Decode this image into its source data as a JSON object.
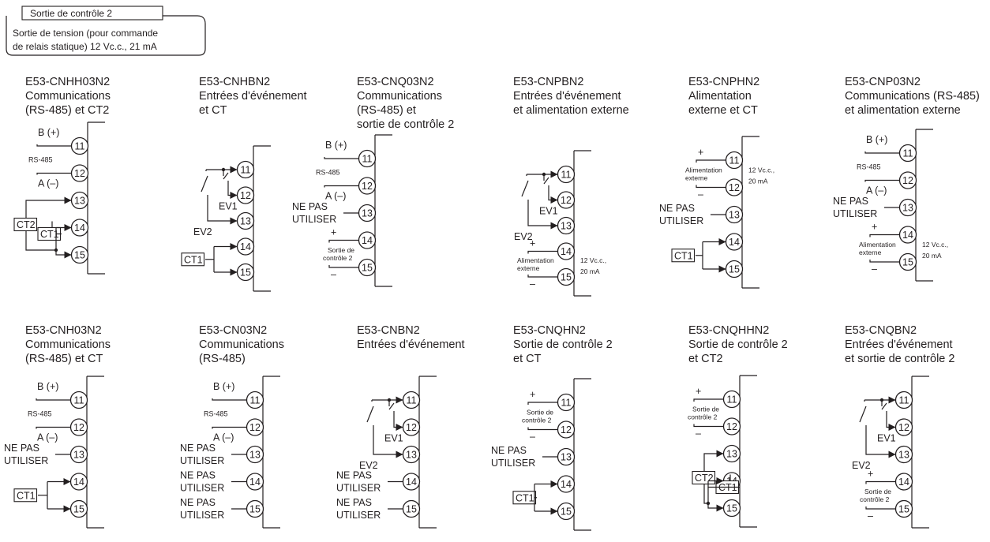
{
  "header": {
    "tab": "Sortie de contrôle 2",
    "line1": "Sortie de tension (pour commande",
    "line2": "de relais statique) 12 Vc.c., 21 mA"
  },
  "labels": {
    "b_plus": "B (+)",
    "a_minus": "A (–)",
    "rs485": "RS-485",
    "ne_pas": "NE PAS",
    "utiliser": "UTILISER",
    "ev1": "EV1",
    "ev2": "EV2",
    "ct1": "CT1",
    "ct2": "CT2",
    "plus": "+",
    "minus": "–",
    "alim1": "Alimentation",
    "alim2": "externe",
    "sortie1": "Sortie de",
    "sortie2": "contrôle 2",
    "v12": "12 Vc.c.,",
    "v12b": "12 Vc.c.,",
    "ma20": "20 mA"
  },
  "terminals": [
    "11",
    "12",
    "13",
    "14",
    "15"
  ],
  "models": [
    {
      "title": [
        "E53-CNHH03N2",
        "Communications",
        "(RS-485) et CT2"
      ],
      "layout": "comm-ct2"
    },
    {
      "title": [
        "E53-CNHBN2",
        "Entrées d'événement",
        "et CT"
      ],
      "layout": "ev-ct"
    },
    {
      "title": [
        "E53-CNQ03N2",
        "Communications",
        "(RS-485) et",
        "sortie de contrôle 2"
      ],
      "layout": "comm-out2"
    },
    {
      "title": [
        "E53-CNPBN2",
        "Entrées d'événement",
        "et alimentation externe"
      ],
      "layout": "ev-alim"
    },
    {
      "title": [
        "E53-CNPHN2",
        "Alimentation",
        "externe et CT"
      ],
      "layout": "alim-ct"
    },
    {
      "title": [
        "E53-CNP03N2",
        "Communications (RS-485)",
        "et alimentation externe"
      ],
      "layout": "comm-alim"
    },
    {
      "title": [
        "E53-CNH03N2",
        "Communications",
        "(RS-485) et CT"
      ],
      "layout": "comm-ct"
    },
    {
      "title": [
        "E53-CN03N2",
        "Communications",
        "(RS-485)"
      ],
      "layout": "comm"
    },
    {
      "title": [
        "E53-CNBN2",
        "Entrées d'événement"
      ],
      "layout": "ev"
    },
    {
      "title": [
        "E53-CNQHN2",
        "Sortie de contrôle 2",
        "et CT"
      ],
      "layout": "out2-ct"
    },
    {
      "title": [
        "E53-CNQHHN2",
        "Sortie de contrôle 2",
        "et CT2"
      ],
      "layout": "out2-ct2"
    },
    {
      "title": [
        "E53-CNQBN2",
        "Entrées d'événement",
        "et sortie de contrôle 2"
      ],
      "layout": "ev-out2"
    }
  ]
}
